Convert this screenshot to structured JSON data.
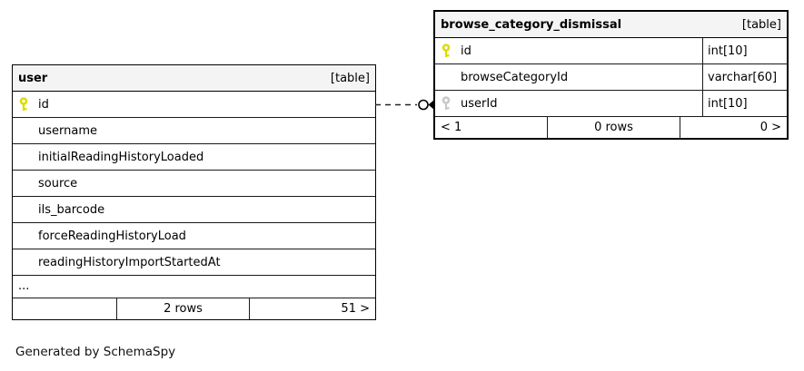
{
  "note": "Generated by SchemaSpy",
  "colors": {
    "header_bg": "#f4f4f4",
    "border": "#000000",
    "primary_key": "#dcdc00",
    "foreign_key": "#c8c8c8"
  },
  "relationship": {
    "from_table": "user",
    "from_column": "id",
    "to_table": "browse_category_dismissal",
    "to_column": "userId",
    "line_style": "dashed",
    "end_decoration": "open-circle-arrow"
  },
  "tables": [
    {
      "name": "user",
      "badge": "[table]",
      "columns": [
        {
          "name": "id",
          "key": "primary"
        },
        {
          "name": "username",
          "key": ""
        },
        {
          "name": "initialReadingHistoryLoaded",
          "key": ""
        },
        {
          "name": "source",
          "key": ""
        },
        {
          "name": "ils_barcode",
          "key": ""
        },
        {
          "name": "forceReadingHistoryLoad",
          "key": ""
        },
        {
          "name": "readingHistoryImportStartedAt",
          "key": ""
        }
      ],
      "ellipsis": "...",
      "footer": {
        "left": "",
        "center": "2 rows",
        "right": "51 >"
      }
    },
    {
      "name": "browse_category_dismissal",
      "badge": "[table]",
      "columns": [
        {
          "name": "id",
          "type": "int[10]",
          "key": "primary"
        },
        {
          "name": "browseCategoryId",
          "type": "varchar[60]",
          "key": ""
        },
        {
          "name": "userId",
          "type": "int[10]",
          "key": "foreign"
        }
      ],
      "footer": {
        "left": "< 1",
        "center": "0 rows",
        "right": "0 >"
      }
    }
  ]
}
